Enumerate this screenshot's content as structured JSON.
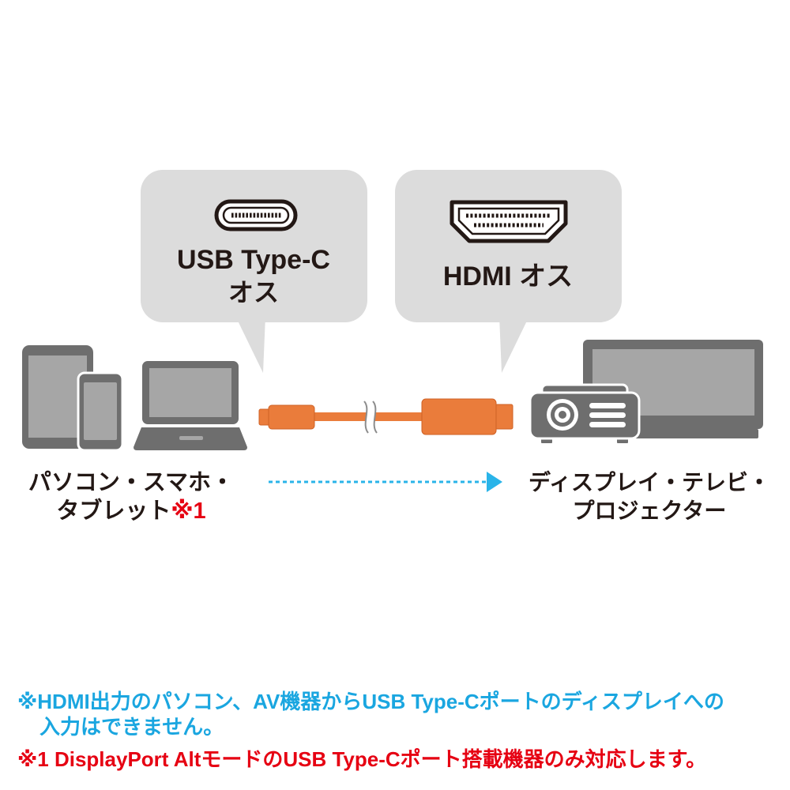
{
  "bubbles": {
    "usb_c": {
      "icon": "usb-type-c-connector-icon",
      "line1": "USB Type-C",
      "line2": "オス"
    },
    "hdmi": {
      "icon": "hdmi-connector-icon",
      "label": "HDMI オス"
    }
  },
  "source_devices": {
    "icons": [
      "tablet-icon",
      "smartphone-icon",
      "laptop-icon"
    ],
    "line1": "パソコン・スマホ・",
    "line2": "タブレット",
    "footnote_ref": "※1"
  },
  "cable": {
    "icon": "usb-c-to-hdmi-cable-icon"
  },
  "arrow": {
    "icon": "dotted-arrow-right-icon"
  },
  "target_devices": {
    "icons": [
      "tv-icon",
      "projector-icon"
    ],
    "line1": "ディスプレイ・テレビ・",
    "line2": "プロジェクター"
  },
  "notes": {
    "caution_line1": "※HDMI出力のパソコン、AV機器からUSB Type-Cポートのディスプレイへの",
    "caution_line2": "入力はできません。",
    "footnote_1": "※1 DisplayPort AltモードのUSB Type-Cポート搭載機器のみ対応します。"
  },
  "colors": {
    "text": "#231815",
    "note_cyan": "#1aa6e0",
    "arrow_cyan": "#2ab4e9",
    "red": "#e60012",
    "cable_orange": "#ea7c3b",
    "cable_edge": "#cf6226",
    "bubble_gray": "#dcdcdc",
    "device_gray": "#6e6e6e",
    "device_screen": "#a6a6a6"
  }
}
